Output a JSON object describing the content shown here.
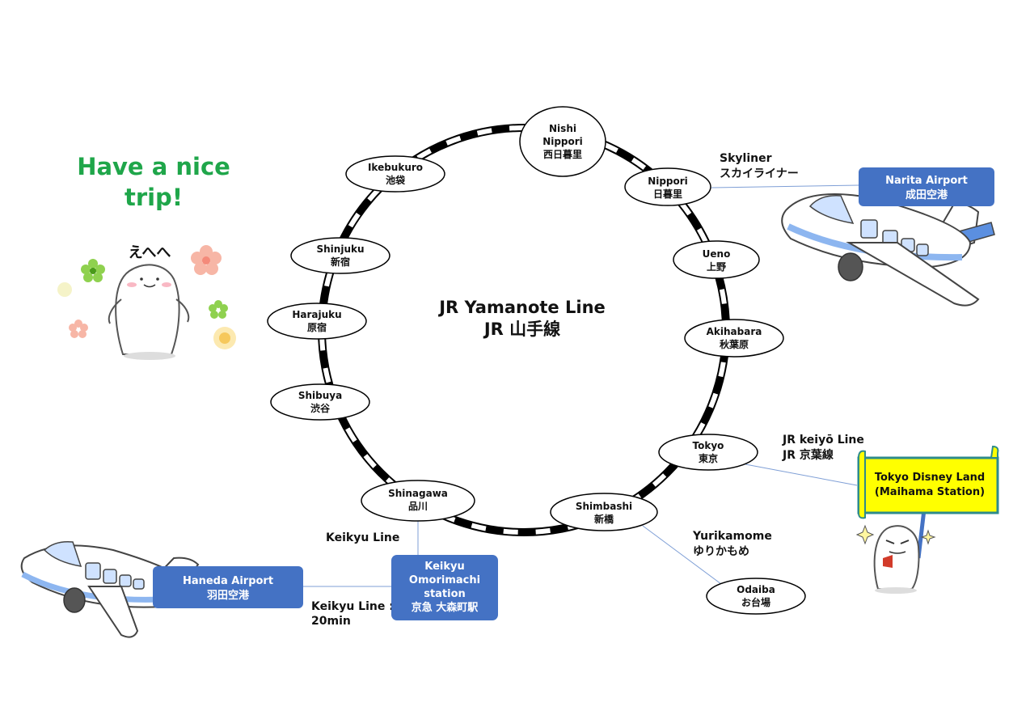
{
  "greeting": [
    "Have a nice",
    "trip!"
  ],
  "mascot_exclaim": "えへへ",
  "title": [
    "JR Yamanote Line",
    "JR 山手線"
  ],
  "stations": {
    "nishi_nippori": [
      "Nishi",
      "Nippori",
      "西日暮里"
    ],
    "nippori": [
      "Nippori",
      "日暮里"
    ],
    "ueno": [
      "Ueno",
      "上野"
    ],
    "akihabara": [
      "Akihabara",
      "秋葉原"
    ],
    "tokyo": [
      "Tokyo",
      "東京"
    ],
    "shimbashi": [
      "Shimbashi",
      "新橋"
    ],
    "shinagawa": [
      "Shinagawa",
      "品川"
    ],
    "shibuya": [
      "Shibuya",
      "渋谷"
    ],
    "harajuku": [
      "Harajuku",
      "原宿"
    ],
    "shinjuku": [
      "Shinjuku",
      "新宿"
    ],
    "ikebukuro": [
      "Ikebukuro",
      "池袋"
    ],
    "odaiba": [
      "Odaiba",
      "お台場"
    ]
  },
  "boxes": {
    "narita": [
      "Narita Airport",
      "成田空港"
    ],
    "haneda": [
      "Haneda Airport",
      "羽田空港"
    ],
    "keikyu": [
      "Keikyu",
      "Omorimachi",
      "station",
      "京急 大森町駅"
    ],
    "disney": [
      "Tokyo Disney Land",
      "(Maihama Station)"
    ]
  },
  "routes": {
    "skyliner": [
      "Skyliner",
      "スカイライナー"
    ],
    "keiyo": [
      "JR keiyō Line",
      "JR 京葉線"
    ],
    "yurikamome": [
      "Yurikamome",
      "ゆりかもめ"
    ],
    "keikyu_line": "Keikyu Line",
    "keikyu_time": [
      "Keikyu Line :",
      "20min"
    ]
  },
  "colors": {
    "box_blue": "#4472c4",
    "greeting_green": "#1fa64a",
    "disney_yellow": "#ffff00",
    "disney_border": "#2e8b8b",
    "connector": "#7f9fd6"
  }
}
